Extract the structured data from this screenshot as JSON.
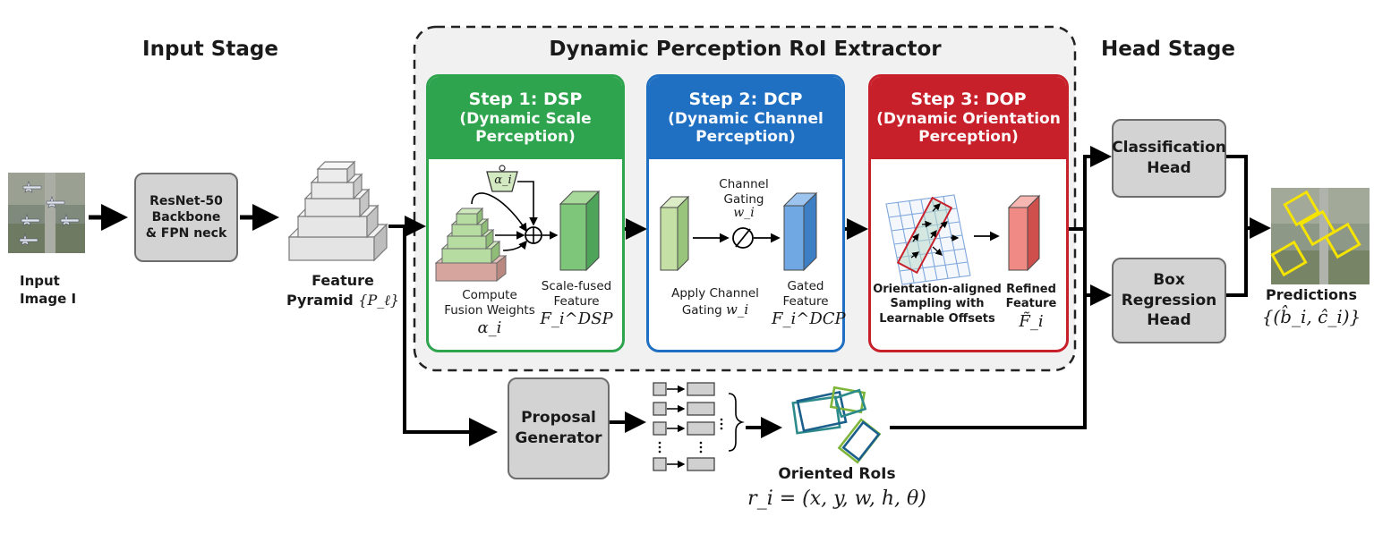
{
  "stages": {
    "input": "Input Stage",
    "extractor": "Dynamic Perception RoI Extractor",
    "head": "Head Stage"
  },
  "input_image_label": [
    "Input",
    "Image I"
  ],
  "backbone_label": [
    "ResNet-50",
    "Backbone",
    "& FPN neck"
  ],
  "feature_pyramid": {
    "line1": "Feature",
    "line2": "Pyramid",
    "math": "{P_ℓ}"
  },
  "steps": [
    {
      "title": "Step 1: DSP",
      "subtitle": [
        "(Dynamic Scale",
        "Perception)"
      ],
      "color": "#2ea44f",
      "weight_symbol": "α_i",
      "left_label": [
        "Compute",
        "Fusion Weights"
      ],
      "left_math": "α_i",
      "right_label": [
        "Scale-fused",
        "Feature"
      ],
      "right_math": "F_i^DSP"
    },
    {
      "title": "Step 2: DCP",
      "subtitle": [
        "(Dynamic Channel",
        "Perception)"
      ],
      "color": "#1f6fc2",
      "gating_label": [
        "Channel",
        "Gating"
      ],
      "gating_math": "w_i",
      "left_label": [
        "Apply Channel",
        "Gating"
      ],
      "left_math": "w_i",
      "right_label": [
        "Gated",
        "Feature"
      ],
      "right_math": "F_i^DCP"
    },
    {
      "title": "Step 3: DOP",
      "subtitle": [
        "(Dynamic Orientation",
        "Perception)"
      ],
      "color": "#c8202a",
      "left_label": [
        "Orientation-aligned",
        "Sampling with",
        "Learnable Offsets"
      ],
      "right_label": [
        "Refined",
        "Feature"
      ],
      "right_math": "F̃_i"
    }
  ],
  "proposal_generator": [
    "Proposal",
    "Generator"
  ],
  "oriented_rois": {
    "label": "Oriented RoIs",
    "math": "r_i = (x, y, w, h, θ)"
  },
  "heads": {
    "classification": [
      "Classification",
      "Head"
    ],
    "box_regression": [
      "Box",
      "Regression",
      "Head"
    ]
  },
  "predictions": {
    "label": "Predictions",
    "math": "{(b̂_i, ĉ_i)}"
  },
  "colors": {
    "arrow": "#000000",
    "panel_bg": "#f1f1f1",
    "gray_box": "#d3d3d3",
    "highlight": "#f5e400"
  }
}
